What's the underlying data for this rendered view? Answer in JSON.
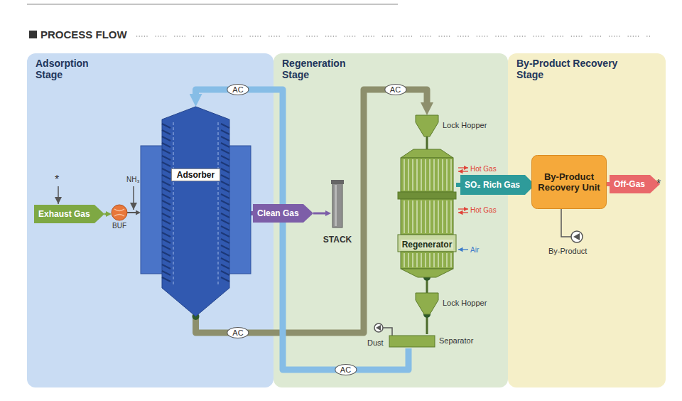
{
  "diagram": {
    "title": "PROCESS FLOW",
    "nodes": [
      {
        "text": [
          "Adsorption Stage"
        ]
      },
      {
        "text": [
          "Regeneration Stage"
        ]
      },
      {
        "text": [
          "By-Product Recovery Stage"
        ]
      },
      {
        "text": [
          "Exhaust Gas"
        ],
        "in": 0
      },
      {
        "text": [
          "BUF"
        ],
        "in": 0
      },
      {
        "text": [
          "Adsorber"
        ],
        "in": 0
      },
      {
        "text": [
          "Clean Gas"
        ],
        "in": 1
      },
      {
        "text": [
          "STACK"
        ],
        "in": 1
      },
      {
        "text": [
          "Lock Hopper"
        ],
        "in": 1
      },
      {
        "text": [
          "Regenerator"
        ],
        "in": 1
      },
      {
        "text": [
          "Lock Hopper"
        ],
        "in": 1
      },
      {
        "text": [
          "Separator"
        ],
        "in": 1
      },
      {
        "text": [
          "SO₂ Rich Gas"
        ],
        "in": 1
      },
      {
        "text": [
          "By-Product Recovery Unit"
        ],
        "in": 2
      },
      {
        "text": [
          "Off-Gas"
        ],
        "in": 2
      }
    ],
    "edges": [
      {
        "from": 3,
        "to": 4,
        "arrow": "to"
      },
      {
        "from": 4,
        "to": 5,
        "arrow": "to"
      },
      {
        "from": 5,
        "to": 6,
        "arrow": "none"
      },
      {
        "from": 6,
        "to": 7,
        "arrow": "to"
      },
      {
        "from": 5,
        "to": 8,
        "label": "AC",
        "arrow": "to"
      },
      {
        "from": 8,
        "to": 9,
        "arrow": "none"
      },
      {
        "from": 9,
        "to": 10,
        "arrow": "none"
      },
      {
        "from": 10,
        "to": 11,
        "arrow": "none"
      },
      {
        "from": 11,
        "to": 5,
        "label": "AC",
        "arrow": "to"
      },
      {
        "from": 9,
        "to": 12,
        "arrow": "none"
      },
      {
        "from": 12,
        "to": 13,
        "arrow": "to"
      },
      {
        "from": 13,
        "to": 14,
        "arrow": "none"
      }
    ],
    "labels": [
      "*",
      "NH₃",
      "AC",
      "AC",
      "Hot Gas",
      "Hot Gas",
      "Air",
      "Dust",
      "By-Product",
      "*"
    ]
  }
}
